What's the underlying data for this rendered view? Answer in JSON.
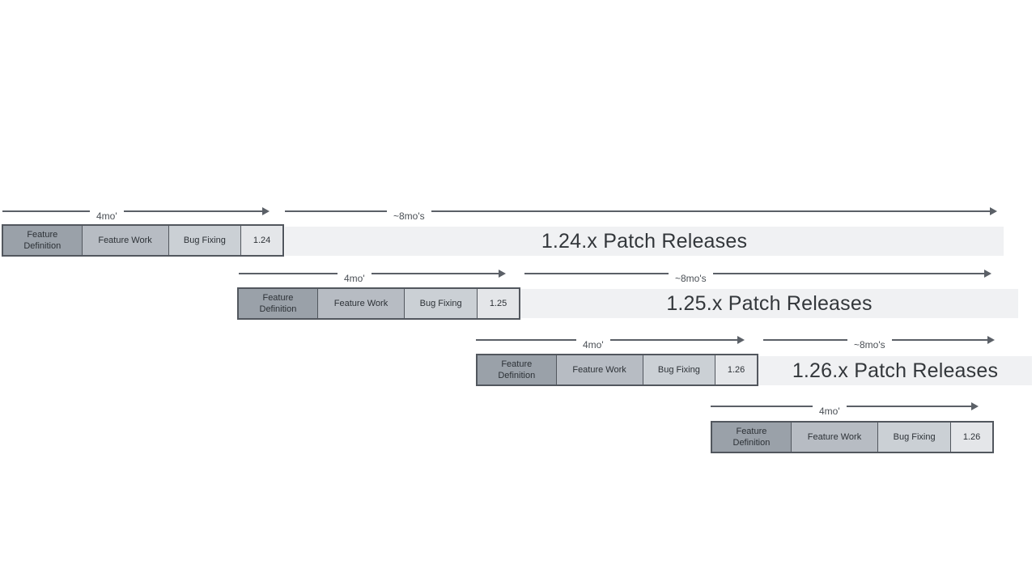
{
  "diagram": {
    "description": "Staggered software release cadence timeline with overlapping version cycles",
    "phase_labels": {
      "feature_definition": "Feature Definition",
      "feature_work": "Feature Work",
      "bug_fixing": "Bug Fixing"
    },
    "duration_labels": {
      "dev_cycle": "4mo'",
      "patch_support": "~8mo's"
    },
    "rows": [
      {
        "version": "1.24",
        "patch_label": "1.24.x Patch Releases"
      },
      {
        "version": "1.25",
        "patch_label": "1.25.x Patch Releases"
      },
      {
        "version": "1.26",
        "patch_label": "1.26.x Patch Releases"
      },
      {
        "version": "1.26"
      }
    ],
    "colors": {
      "feature_definition": "#9aa1a9",
      "feature_work": "#b7bcc3",
      "bug_fixing": "#cbd0d5",
      "version_box": "#e4e6e9",
      "patch_bar": "#f0f1f3",
      "box_border": "#52575e",
      "arrow": "#5b6067",
      "label_text": "#4a4f55",
      "box_text": "#2c3136",
      "big_text": "#33373b"
    }
  }
}
